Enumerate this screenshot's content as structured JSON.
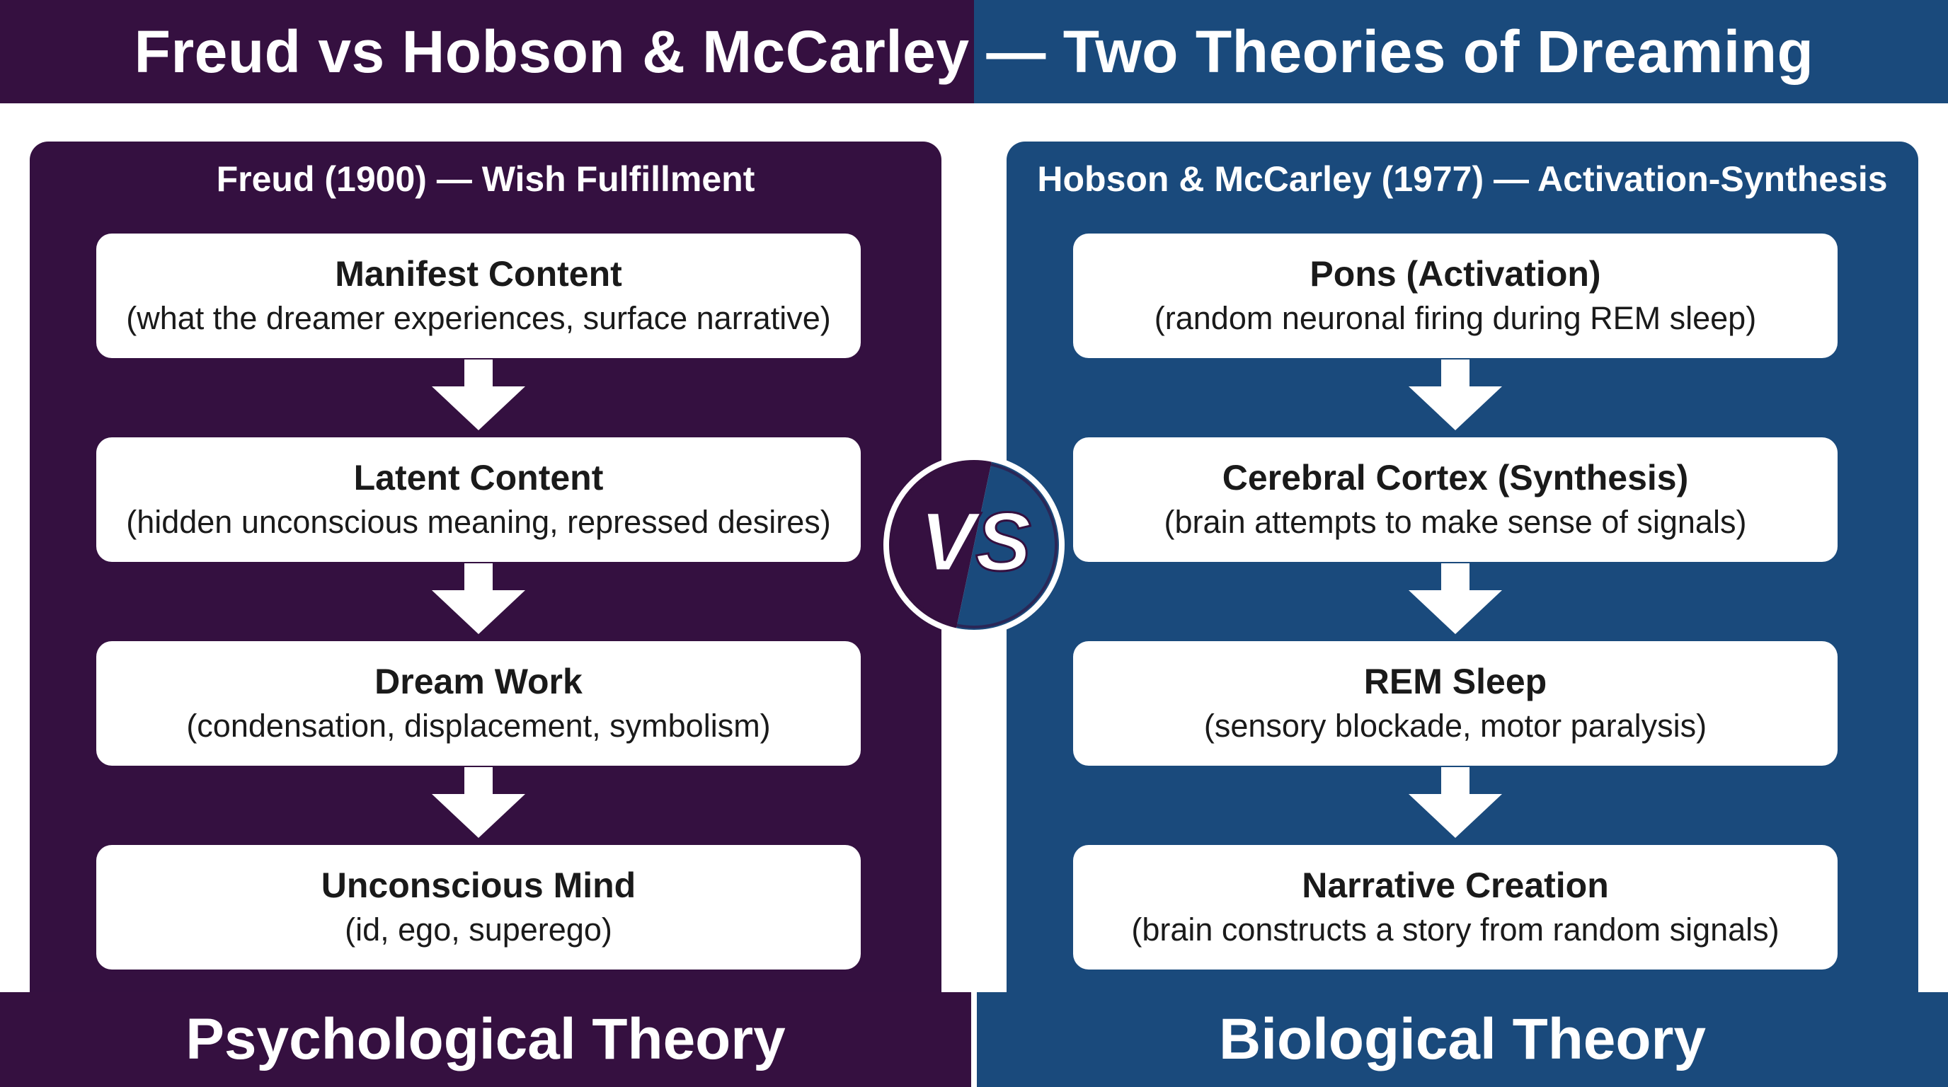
{
  "title": "Freud vs Hobson & McCarley — Two Theories of Dreaming",
  "colors": {
    "purple": "#351040",
    "blue": "#1a4a7c",
    "card": "#ffffff",
    "text": "#1a1a1a"
  },
  "left_panel": {
    "title": "Freud (1900) — Wish Fulfillment",
    "steps": [
      {
        "title": "Manifest Content",
        "subtitle": "(what the dreamer experiences, surface narrative)"
      },
      {
        "title": "Latent Content",
        "subtitle": "(hidden unconscious meaning, repressed desires)"
      },
      {
        "title": "Dream Work",
        "subtitle": "(condensation, displacement, symbolism)"
      },
      {
        "title": "Unconscious Mind",
        "subtitle": "(id, ego, superego)"
      }
    ],
    "footer": "Psychological Theory"
  },
  "right_panel": {
    "title": "Hobson & McCarley (1977) — Activation-Synthesis",
    "steps": [
      {
        "title": "Pons (Activation)",
        "subtitle": "(random neuronal firing during REM sleep)"
      },
      {
        "title": "Cerebral Cortex (Synthesis)",
        "subtitle": "(brain attempts to make sense of signals)"
      },
      {
        "title": "REM Sleep",
        "subtitle": "(sensory blockade, motor paralysis)"
      },
      {
        "title": "Narrative Creation",
        "subtitle": "(brain constructs a story from random signals)"
      }
    ],
    "footer": "Biological Theory"
  },
  "vs_badge": {
    "label": "VS",
    "icon": "vs-badge-icon"
  }
}
